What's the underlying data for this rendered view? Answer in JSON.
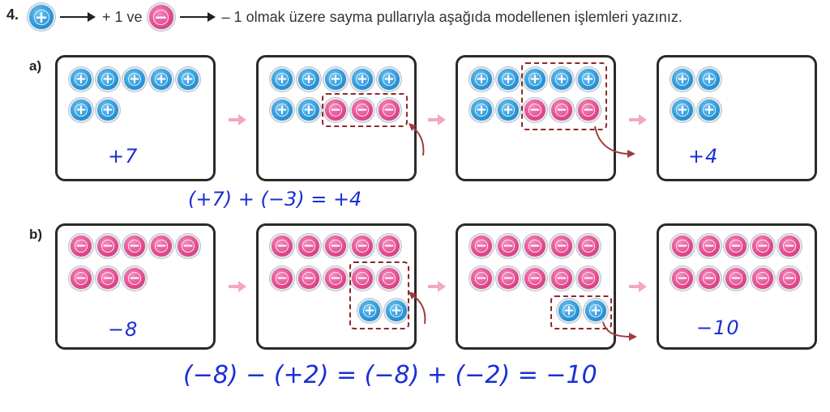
{
  "question": {
    "number": "4.",
    "legend": {
      "plus_symbol": "+",
      "plus_text": "+ 1 ve",
      "minus_symbol": "−",
      "minus_text": "– 1 olmak üzere sayma pullarıyla aşağıda modellenen işlemleri yazınız."
    }
  },
  "part_a": {
    "label": "a)",
    "box1_value": "+7",
    "box4_value": "+4",
    "equation": "(+7) + (−3) = +4"
  },
  "part_b": {
    "label": "b)",
    "box1_value": "−8",
    "box4_value": "−10",
    "equation": "(−8) − (+2) = (−8) + (−2) = −10"
  },
  "colors": {
    "positive_chip": "#2a95d8",
    "negative_chip": "#e2488e",
    "handwriting": "#1a2fd6",
    "dashed_border": "#8b2a2a",
    "step_arrow": "#f3a6c6"
  },
  "icons": {
    "positive": "plus-chip-icon",
    "negative": "minus-chip-icon",
    "step": "pink-arrow-icon",
    "move": "curved-red-arrow-icon"
  }
}
